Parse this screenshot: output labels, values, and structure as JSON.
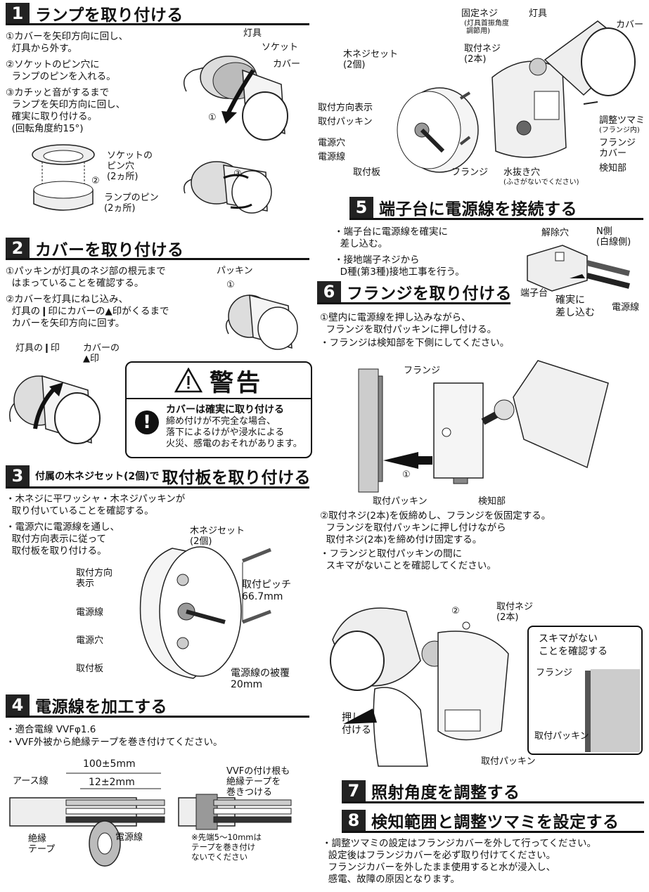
{
  "sections": {
    "s1": {
      "num": "1",
      "title": "ランプを取り付ける",
      "steps": [
        "①カバーを矢印方向に回し、\n  灯具から外す。",
        "②ソケットのピン穴に\n  ランプのピンを入れる。",
        "③カチッと音がするまで\n  ランプを矢印方向に回し、\n  確実に取り付ける。\n  (回転角度約15°)"
      ],
      "labels": {
        "fixture": "灯具",
        "socket": "ソケット",
        "cover": "カバー",
        "circle1": "①",
        "socket_pin_hole": "ソケットの\nピン穴\n(2ヵ所)",
        "lamp_pin": "ランプのピン\n(2ヵ所)",
        "circle2": "②",
        "circle3": "③"
      }
    },
    "s2": {
      "num": "2",
      "title": "カバーを取り付ける",
      "steps": [
        "①パッキンが灯具のネジ部の根元まで\n  はまっていることを確認する。",
        "②カバーを灯具にねじ込み、\n  灯具の❙印にカバーの▲印がくるまで\n  カバーを矢印方向に回す。"
      ],
      "labels": {
        "packing": "パッキン",
        "circle1": "①",
        "fixture_mark": "灯具の❙印",
        "cover_mark": "カバーの\n▲印",
        "circle2": "②"
      }
    },
    "warning": {
      "title": "警告",
      "subtitle": "カバーは確実に取り付ける",
      "body": "締め付けが不完全な場合、\n落下によるけがや浸水による\n火災、感電のおそれがあります。",
      "mark": "!"
    },
    "s3": {
      "num": "3",
      "title_prefix": "付属の木ネジセット(2個)で",
      "title": "取付板を取り付ける",
      "bullets": [
        "・木ネジに平ワッシャ・木ネジパッキンが\n  取り付いていることを確認する。",
        "・電源穴に電源線を通し、\n  取付方向表示に従って\n  取付板を取り付ける。"
      ],
      "labels": {
        "screw_set": "木ネジセット\n(2個)",
        "direction": "取付方向\n表示",
        "pitch": "取付ピッチ\n66.7mm",
        "wire": "電源線",
        "hole": "電源穴",
        "plate": "取付板",
        "sheath": "電源線の被覆\n20mm"
      }
    },
    "s4": {
      "num": "4",
      "title": "電源線を加工する",
      "bullets": [
        "・適合電線 VVFφ1.6",
        "・VVF外被から絶縁テープを巻き付けてください。"
      ],
      "labels": {
        "dim1": "100±5mm",
        "dim2": "12±2mm",
        "earth": "アース線",
        "tape": "絶縁\nテープ",
        "wire": "電源線",
        "root": "VVFの付け根も\n絶縁テープを\n巻きつける",
        "tip": "※先端5～10mmは\nテープを巻き付け\nないでください"
      }
    },
    "top_right": {
      "labels": {
        "fix_screw": "固定ネジ",
        "fix_note": "(灯具首振角度\n 調節用)",
        "fixture": "灯具",
        "cover": "カバー",
        "screw_set": "木ネジセット\n(2個)",
        "mount_screw": "取付ネジ\n(2本)",
        "direction": "取付方向表示",
        "packing": "取付パッキン",
        "hole": "電源穴",
        "wire": "電源線",
        "plate": "取付板",
        "knob": "調整ツマミ",
        "knob_note": "(フランジ内)",
        "flange_cover": "フランジ\nカバー",
        "detector": "検知部",
        "flange": "フランジ",
        "drain": "水抜き穴",
        "drain_note": "(ふさがないでください)"
      }
    },
    "s5": {
      "num": "5",
      "title": "端子台に電源線を接続する",
      "bullets": [
        "・端子台に電源線を確実に\n  差し込む。",
        "・接地端子ネジから\n  D種(第3種)接地工事を行う。"
      ],
      "labels": {
        "release": "解除穴",
        "n_side": "N側\n(白線側)",
        "terminal": "端子台",
        "insert": "確実に\n差し込む",
        "wire": "電源線"
      }
    },
    "s6": {
      "num": "6",
      "title": "フランジを取り付ける",
      "steps1": [
        "①壁内に電源線を押し込みながら、\n  フランジを取付パッキンに押し付ける。",
        "・フランジは検知部を下側にしてください。"
      ],
      "steps2": [
        "②取付ネジ(2本)を仮締めし、フランジを仮固定する。\n  フランジを取付パッキンに押し付けながら\n  取付ネジ(2本)を締め付け固定する。",
        "・フランジと取付パッキンの間に\n  スキマがないことを確認してください。"
      ],
      "labels": {
        "flange": "フランジ",
        "packing": "取付パッキン",
        "detector": "検知部",
        "circle1": "①",
        "circle2": "②",
        "mount_screw": "取付ネジ\n(2本)",
        "gap": "スキマがない\nことを確認する",
        "flange2": "フランジ",
        "packing2": "取付パッキン",
        "push": "押し\n付ける",
        "packing3": "取付パッキン"
      }
    },
    "s7": {
      "num": "7",
      "title": "照射角度を調整する"
    },
    "s8": {
      "num": "8",
      "title": "検知範囲と調整ツマミを設定する",
      "body": "・調整ツマミの設定はフランジカバーを外して行ってください。\n  設定後はフランジカバーを必ず取り付けてください。\n  フランジカバーを外したまま使用すると水が浸入し、\n  感電、故障の原因となります。"
    }
  }
}
